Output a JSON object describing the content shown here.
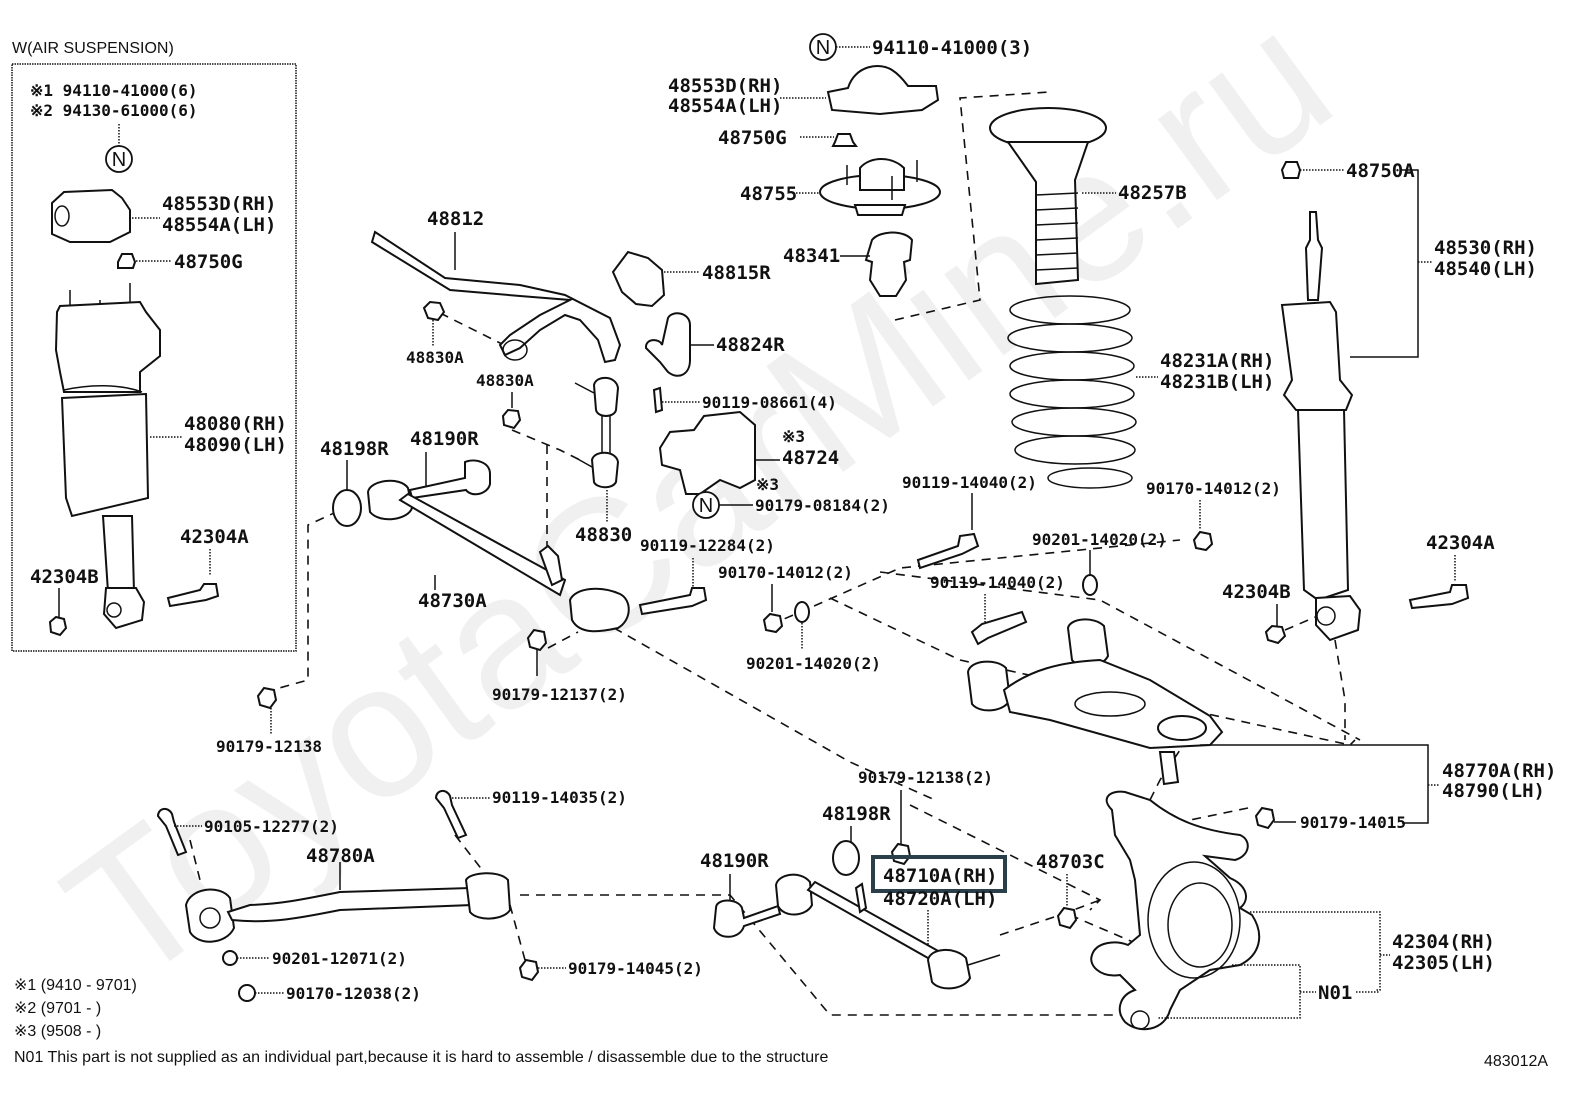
{
  "watermark": "ToyotaCarMine.ru",
  "diagram_code": "483012A",
  "inset": {
    "title": "W(AIR SUSPENSION)",
    "notes": [
      "※1 94110-41000(6)",
      "※2 94130-61000(6)"
    ],
    "n_symbol": "N",
    "labels": {
      "mount_rh": "48553D(RH)",
      "mount_lh": "48554A(LH)",
      "nut": "48750G",
      "air_strut_rh": "48080(RH)",
      "air_strut_lh": "48090(LH)",
      "bolt": "42304A",
      "nut_b": "42304B"
    }
  },
  "labels": {
    "n_top": "94110-41000(3)",
    "mount_rh": "48553D(RH)",
    "mount_lh": "48554A(LH)",
    "nut_48750g": "48750G",
    "support_48755": "48755",
    "bumper_48341": "48341",
    "boot_48257b": "48257B",
    "nut_48750a": "48750A",
    "shock_rh": "48530(RH)",
    "shock_lh": "48540(LH)",
    "stabilizer_48812": "48812",
    "bushing_48815r": "48815R",
    "bracket_48824r": "48824R",
    "bolt_90119_08661": "90119-08661(4)",
    "nut_48830a_1": "48830A",
    "nut_48830a_2": "48830A",
    "spring_rh": "48231A(RH)",
    "spring_lh": "48231B(LH)",
    "bracket_48724_note": "※3",
    "bracket_48724": "48724",
    "n_note": "※3",
    "n_symbol": "N",
    "n_90179_08184": "90179-08184(2)",
    "cushion_48198r": "48198R",
    "bolt_48190r": "48190R",
    "link_48830": "48830",
    "strut_bar_48730a": "48730A",
    "bolt_90119_12284": "90119-12284(2)",
    "nut_90170_14012_a": "90170-14012(2)",
    "washer_90201_14020_a": "90201-14020(2)",
    "nut_90179_12137": "90179-12137(2)",
    "nut_90179_12138_left": "90179-12138",
    "bolt_90119_14040_a": "90119-14040(2)",
    "nut_90170_14012_b": "90170-14012(2)",
    "washer_90201_14020_b": "90201-14020(2)",
    "bolt_90119_14040_b": "90119-14040(2)",
    "bolt_42304a_right": "42304A",
    "nut_42304b_right": "42304B",
    "upper_arm_rh": "48770A(RH)",
    "upper_arm_lh": "48790(LH)",
    "nut_90179_14015": "90179-14015",
    "bolt_90119_14035": "90119-14035(2)",
    "bolt_90105_12277": "90105-12277(2)",
    "arm_48780a": "48780A",
    "washer_90201_12071": "90201-12071(2)",
    "nut_90170_12038": "90170-12038(2)",
    "nut_90179_14045": "90179-14045(2)",
    "nut_90179_12138_mid": "90179-12138(2)",
    "cushion_48198r_b": "48198R",
    "bolt_48190r_b": "48190R",
    "lower_arm_rh": "48710A(RH)",
    "lower_arm_lh": "48720A(LH)",
    "nut_48703c": "48703C",
    "knuckle_rh": "42304(RH)",
    "knuckle_lh": "42305(LH)",
    "n01": "N01"
  },
  "highlighted_part": "48710A(RH)",
  "footnotes": [
    "※1 (9410 - 9701)",
    "※2 (9701 -       )",
    "※3 (9508 -       )",
    "N01 This part is not supplied as an individual part,because it is hard to assemble / disassemble due to the structure"
  ]
}
